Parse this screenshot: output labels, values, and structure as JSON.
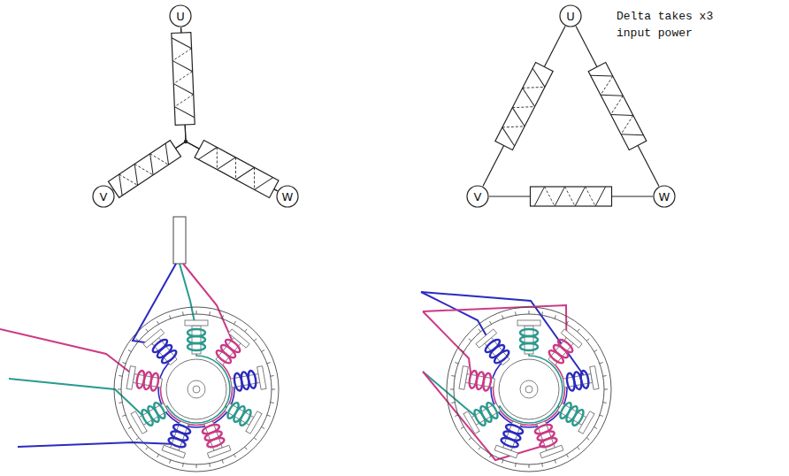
{
  "diagram": {
    "nodes": [
      {
        "text": [
          "U"
        ]
      },
      {
        "text": [
          "V"
        ]
      },
      {
        "text": [
          "W"
        ]
      },
      {
        "text": [
          "U"
        ]
      },
      {
        "text": [
          "V"
        ]
      },
      {
        "text": [
          "W"
        ]
      }
    ],
    "edges": [
      {
        "from": 0,
        "to": 1,
        "arrow": "none"
      },
      {
        "from": 0,
        "to": 2,
        "arrow": "none"
      },
      {
        "from": 1,
        "to": 2,
        "arrow": "none"
      },
      {
        "from": 3,
        "to": 4,
        "arrow": "none"
      },
      {
        "from": 4,
        "to": 5,
        "arrow": "none"
      },
      {
        "from": 3,
        "to": 5,
        "arrow": "none"
      }
    ],
    "labels": [
      "Delta takes x3 input power"
    ]
  }
}
